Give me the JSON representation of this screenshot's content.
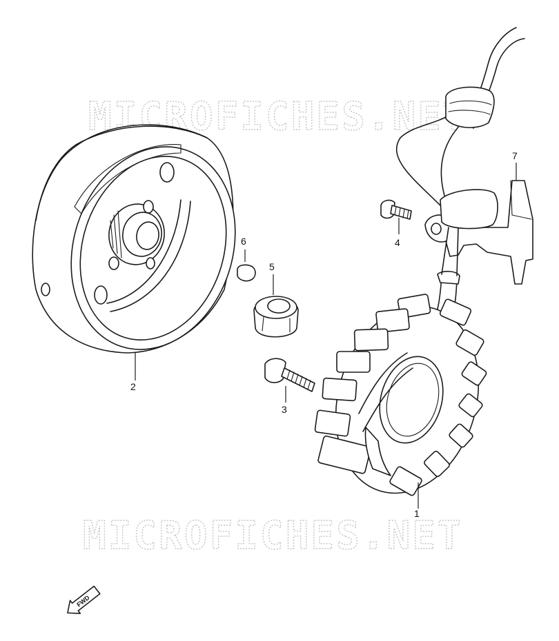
{
  "watermark": {
    "text_top": "MICROFICHES.NET",
    "text_bottom": "MICROFICHES.NET"
  },
  "callouts": [
    {
      "id": "1",
      "label": "1"
    },
    {
      "id": "2",
      "label": "2"
    },
    {
      "id": "3",
      "label": "3"
    },
    {
      "id": "4",
      "label": "4"
    },
    {
      "id": "5",
      "label": "5"
    },
    {
      "id": "6",
      "label": "6"
    },
    {
      "id": "7",
      "label": "7"
    }
  ],
  "direction_badge": {
    "label": "FWD"
  },
  "icons": {
    "rotor": "magneto-rotor-icon",
    "stator": "stator-coil-icon",
    "direction": "fwd-arrow-icon"
  },
  "colors": {
    "line": "#1a1a1a",
    "watermark": "#c4c4c4",
    "background": "#ffffff"
  }
}
